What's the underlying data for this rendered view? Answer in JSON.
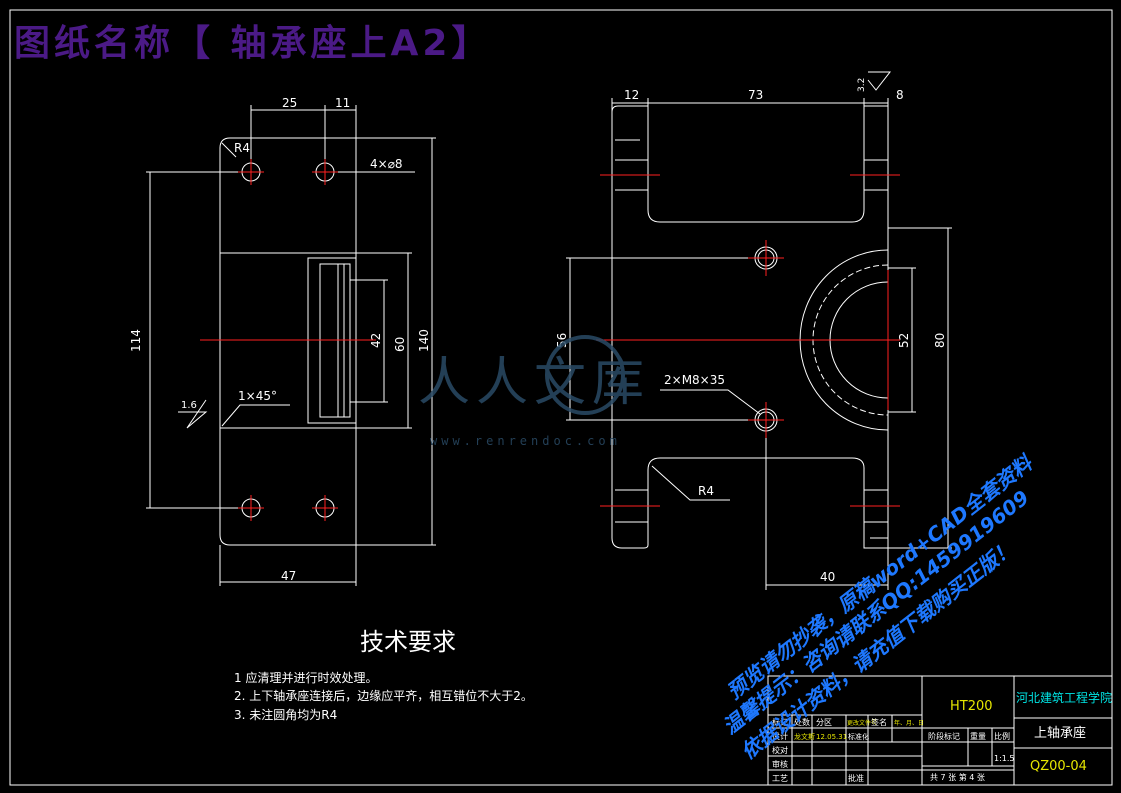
{
  "header": {
    "title": "图纸名称【 轴承座上A2】",
    "color": "#4b1a86"
  },
  "colors": {
    "line": "#ffffff",
    "center": "#ff2020",
    "title_block_text": "#e6e600",
    "title_block_name": "#00e6e6",
    "watermark_blue": "#1e78ff",
    "watermark_gray": "#2a4b66"
  },
  "left_view": {
    "dims": {
      "top_a": "25",
      "top_b": "11",
      "radius": "R4",
      "holes": "4×⌀8",
      "height_overall": "114",
      "height_140": "140",
      "height_60": "60",
      "height_42": "42",
      "chamfer": "1×45°",
      "roughness": "1.6",
      "width_bottom": "47"
    }
  },
  "right_view": {
    "dims": {
      "top_left": "12",
      "top_mid": "73",
      "roughness_top": "3.2",
      "top_right": "8",
      "height_56": "56",
      "threads": "2×M8×35",
      "dia_52": "52",
      "height_80": "80",
      "radius": "R4",
      "bottom_40": "40"
    }
  },
  "notes": {
    "heading": "技术要求",
    "items": [
      "1    应清理并进行时效处理。",
      "2. 上下轴承座连接后，边缘应平齐，相互错位不大于2。",
      "3. 未注圆角均为R4"
    ]
  },
  "title_block": {
    "material": "HT200",
    "school": "河北建筑工程学院",
    "part_name": "上轴承座",
    "drawing_no": "QZ00-04",
    "scale": "1:1.5",
    "row_labels": [
      "标记",
      "设计",
      "校对",
      "审核",
      "工艺"
    ],
    "header_cells": [
      "处数",
      "分区",
      "更改文件号",
      "签名",
      "年、月、日"
    ],
    "designer": "龙文斯",
    "date": "12.05.31",
    "std": "标准化",
    "stage_label": "阶段标记",
    "weight_label": "重量",
    "scale_label": "比例",
    "sheets": "共 7 张  第 4 张",
    "approve": "批准"
  },
  "watermark": {
    "logo": "人人文库",
    "url": "www.renrendoc.com",
    "lines": [
      "预览请勿抄袭，原稿word+CAD全套资料",
      "温馨提示：咨询请联系QQ:1459919609",
      "依据设计资料，请充值下载购买正版！"
    ]
  }
}
